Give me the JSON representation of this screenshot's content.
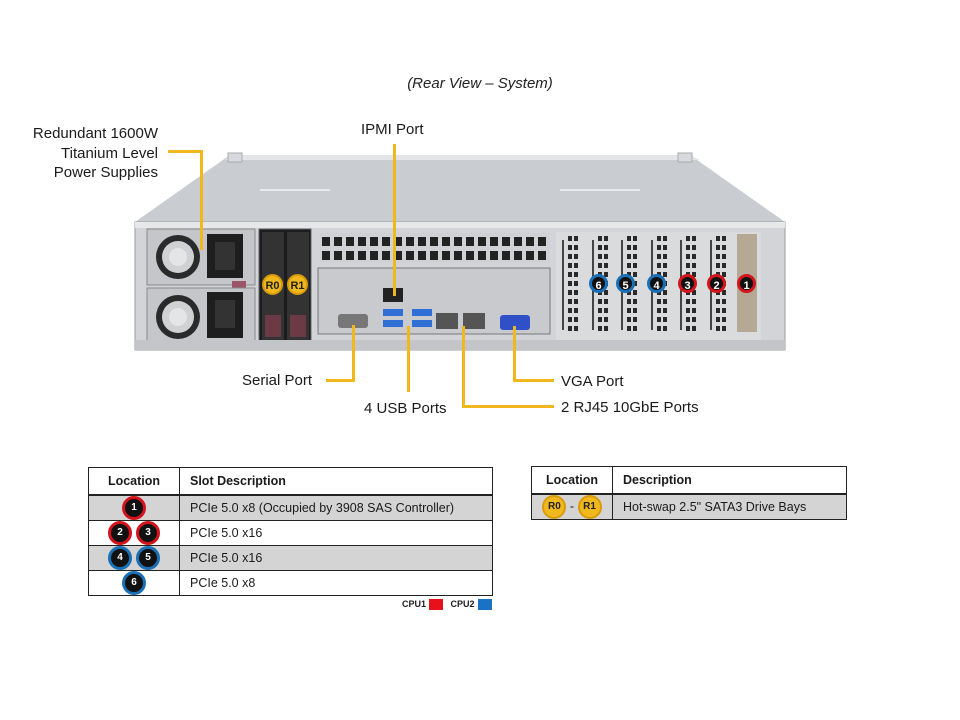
{
  "title": "(Rear View – System)",
  "callouts": {
    "psu": [
      "Redundant 1600W",
      "Titanium Level",
      "Power Supplies"
    ],
    "ipmi": "IPMI Port",
    "serial": "Serial Port",
    "usb": "4 USB Ports",
    "vga": "VGA Port",
    "rj45": "2 RJ45 10GbE Ports"
  },
  "chassis": {
    "drive_bays": [
      "R0",
      "R1"
    ],
    "pcie_slots": [
      {
        "num": "6",
        "cpu": "CPU2"
      },
      {
        "num": "5",
        "cpu": "CPU2"
      },
      {
        "num": "4",
        "cpu": "CPU2"
      },
      {
        "num": "3",
        "cpu": "CPU1"
      },
      {
        "num": "2",
        "cpu": "CPU1"
      },
      {
        "num": "1",
        "cpu": "CPU1"
      }
    ]
  },
  "slot_table": {
    "headers": [
      "Location",
      "Slot Description"
    ],
    "rows": [
      {
        "badges": [
          "1"
        ],
        "color": "red",
        "desc": "PCIe 5.0 x8 (Occupied by 3908 SAS Controller)"
      },
      {
        "badges": [
          "2",
          "3"
        ],
        "color": "red",
        "desc": "PCIe 5.0 x16"
      },
      {
        "badges": [
          "4",
          "5"
        ],
        "color": "blue",
        "desc": "PCIe 5.0 x16"
      },
      {
        "badges": [
          "6"
        ],
        "color": "blue",
        "desc": "PCIe 5.0 x8"
      }
    ]
  },
  "legend": {
    "cpu1": {
      "label": "CPU1",
      "color": "#e8101a"
    },
    "cpu2": {
      "label": "CPU2",
      "color": "#1a72c4"
    }
  },
  "drive_table": {
    "headers": [
      "Location",
      "Description"
    ],
    "rows": [
      {
        "from": "R0",
        "sep": "-",
        "to": "R1",
        "desc": "Hot-swap 2.5\" SATA3 Drive  Bays"
      }
    ]
  },
  "colors": {
    "callout_line": "#f0b81c",
    "cpu1_ring": "#d4141c",
    "cpu2_ring": "#1a6fb5",
    "drive_badge": "#f0b81c",
    "row_shade": "#d4d4d4"
  }
}
